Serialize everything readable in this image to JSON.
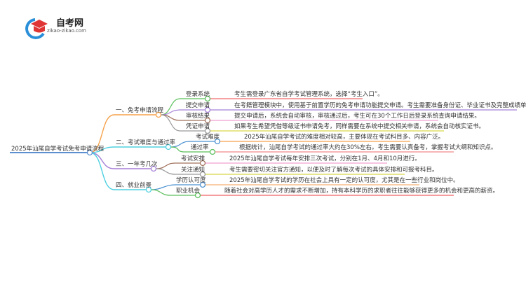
{
  "logo": {
    "name": "自考网",
    "domain": "zikao-zikao.com"
  },
  "root": "2025年汕尾自学考试免考申请流程",
  "branches": [
    {
      "label": "一、免考申请流程",
      "color": "#f5a14a",
      "children": [
        {
          "label": "登录系统",
          "desc": "考生需登录广东省自学考试管理系统，选择“考生入口”。",
          "color": "#5bbf5b",
          "line": "#f06a6a"
        },
        {
          "label": "提交申请",
          "desc": "在考籍管理模块中，使用基于前置学历的免考申请功能提交申请。考生需要准备身份证、毕业证书及完整成绩单的原件和复印件。",
          "color": "#a57fd6",
          "line": "#a57fd6"
        },
        {
          "label": "审核结果",
          "desc": "提交申请后，系统会自动审核，审核通过后，考生可在30个工作日后登录系统查询申请结果。",
          "color": "#a0705a",
          "line": "#f0a0d0"
        },
        {
          "label": "凭证申请",
          "desc": "如果考生希望凭借等级证书申请免考，同样需要在系统中提交相关申请，系统会自动核实证书。",
          "color": "#999999",
          "line": "#d6d64a"
        }
      ]
    },
    {
      "label": "二、考试难度与通过率",
      "color": "#4fd0e0",
      "children": [
        {
          "label": "考试难度",
          "desc": "2025年汕尾自学考试的难度相对较高，主要体现在考试科目多、内容广泛。",
          "color": "#4a90d0",
          "line": "#f5a14a"
        },
        {
          "label": "通过率",
          "desc": "根据统计，汕尾自学考试的通过率大约在30%左右。考生需要认真备考，掌握考试大纲和知识点。",
          "color": "#5bbf5b",
          "line": "#f08a8a"
        }
      ]
    },
    {
      "label": "三、一年考几次",
      "color": "#a57fd6",
      "children": [
        {
          "label": "考试安排",
          "desc": "2025年汕尾自学考试每年安排三次考试，分别在1月、4月和10月进行。",
          "color": "#a0705a",
          "line": "#f0a0d0"
        },
        {
          "label": "关注通知",
          "desc": "考生需要密切关注官方通知，以便及时了解每次考试的具体安排和可报考科目。",
          "color": "#999999",
          "line": "#d6d64a"
        }
      ]
    },
    {
      "label": "四、就业前景",
      "color": "#4fd0e0",
      "children": [
        {
          "label": "学历认可度",
          "desc": "2025年汕尾自学考试的学历在社会上具有一定的认可度，尤其是在一些行业和岗位中。",
          "color": "#4a90d0",
          "line": "#f5b070"
        },
        {
          "label": "职业机会",
          "desc": "随着社会对高学历人才的需求不断增加，持有本科学历的求职者往往能够获得更多的机会和更高的薪资。",
          "color": "#5bbf5b",
          "line": "#f06060"
        }
      ]
    }
  ]
}
